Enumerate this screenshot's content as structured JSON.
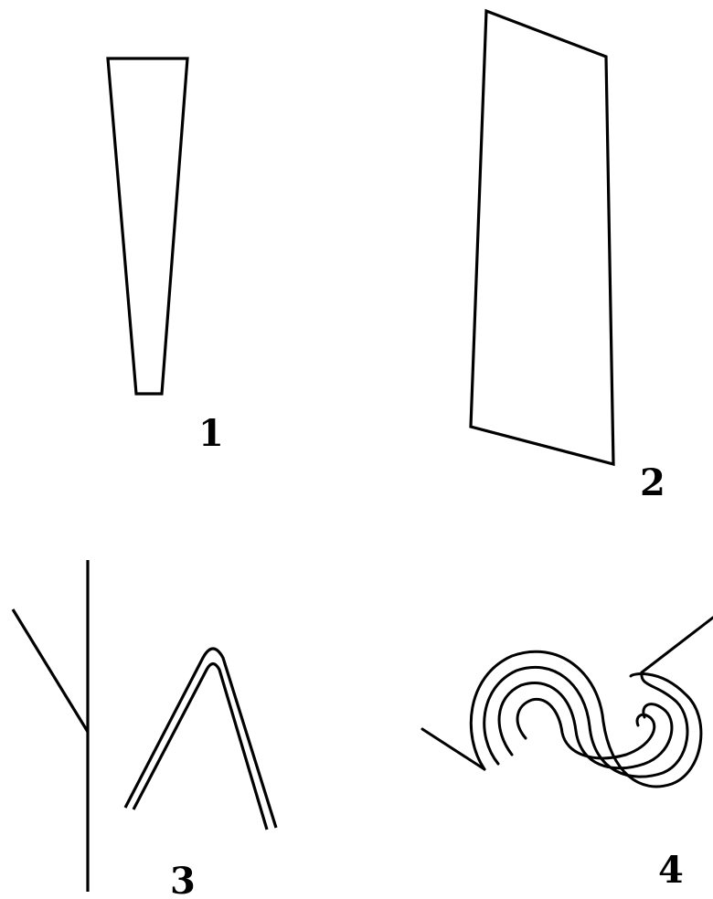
{
  "figures": [
    {
      "label": "1",
      "shape": "tapered wedge"
    },
    {
      "label": "2",
      "shape": "quadrilateral"
    },
    {
      "label": "3",
      "shape": "branch and inverted V"
    },
    {
      "label": "4",
      "shape": "double spiral"
    }
  ],
  "colors": {
    "ink": "#000000",
    "background": "#ffffff"
  }
}
